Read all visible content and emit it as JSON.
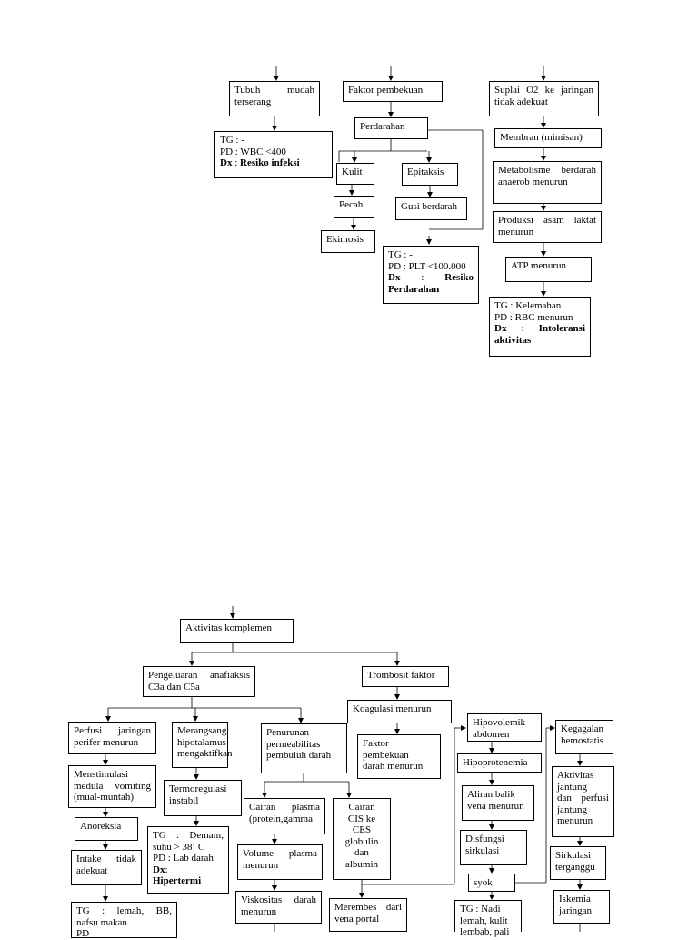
{
  "top": {
    "tubuh": [
      "Tubuh mudah",
      "terserang"
    ],
    "tg_infeksi": {
      "tg": "TG : -",
      "pd": "PD : WBC <400",
      "dx_label": "Dx",
      "dx_sep": " : ",
      "dx": "Resiko infeksi"
    },
    "faktor_pembekuan": "Faktor pembekuan",
    "perdarahan": "Perdarahan",
    "kulit": "Kulit",
    "epitaksis": "Epitaksis",
    "pecah": "Pecah",
    "gusi": "Gusi berdarah",
    "ekimosis": "Ekimosis",
    "tg_perdarahan": {
      "tg": "TG : -",
      "pd": "PD : PLT <100.000",
      "dx_label": "Dx",
      "dx_sep": ":",
      "dx1": "Resiko",
      "dx2": "Perdarahan"
    },
    "suplai": [
      "Suplai O2 ke jaringan",
      "tidak adekuat"
    ],
    "membran": "Membran (mimisan)",
    "metabolisme": [
      "Metabolisme berdarah",
      "anaerob menurun"
    ],
    "produksi": [
      "Produksi asam laktat",
      "menurun"
    ],
    "atp": "ATP menurun",
    "tg_intoleransi": {
      "tg": "TG : Kelemahan",
      "pd": "PD : RBC menurun",
      "dx_label": "Dx",
      "dx_sep": ":",
      "dx1": "Intoleransi",
      "dx2": "aktivitas"
    }
  },
  "bottom": {
    "aktivitas_komplemen": "Aktivitas komplemen",
    "pengeluaran": [
      "Pengeluaran anafiaksis",
      "C3a dan C5a"
    ],
    "trombosit": "Trombosit faktor",
    "koagulasi": "Koagulasi menurun",
    "faktor_pembekuan": [
      "Faktor",
      "pembekuan",
      "darah menurun"
    ],
    "perfusi": [
      "Perfusi jaringan",
      "perifer menurun"
    ],
    "menstimulasi": [
      "Menstimulasi",
      "medula vomiting",
      "(mual-muntah)"
    ],
    "anoreksia": "Anoreksia",
    "intake": [
      "Intake tidak",
      "adekuat"
    ],
    "tg_lemah": [
      "TG : lemah, BB,",
      "nafsu makan",
      "PD"
    ],
    "merangsang": [
      "Merangsang",
      "hipotalamus",
      "mengaktifkan"
    ],
    "termoregulasi": [
      "Termoregulasi",
      "instabil"
    ],
    "tg_hipertermi": {
      "tg": "TG : Demam,",
      "suhu": "suhu > 38˚ C",
      "pd": "PD : Lab darah",
      "dx_label": "Dx",
      "dx_sep": ":",
      "dx": "Hipertermi"
    },
    "penurunan": [
      "Penurunan",
      "permeabilitas",
      "pembuluh darah"
    ],
    "cairan_plasma": [
      "Cairan plasma",
      "(protein,gamma"
    ],
    "cairan_cis": [
      "Cairan",
      "CIS ke",
      "CES",
      "globulin",
      "dan",
      "albumin"
    ],
    "volume_plasma": [
      "Volume plasma",
      "menurun"
    ],
    "viskositas": [
      "Viskositas darah",
      "menurun"
    ],
    "merembes": [
      "Merembes dari",
      "vena portal"
    ],
    "hipovolemik": [
      "Hipovolemik",
      "abdomen"
    ],
    "hipoprotenemia": "Hipoprotenemia",
    "aliran_balik": [
      "Aliran balik",
      "vena menurun"
    ],
    "disfungsi": [
      "Disfungsi",
      "sirkulasi"
    ],
    "syok": "syok",
    "tg_nadi": [
      "TG : Nadi",
      "lemah, kulit",
      "lembab, pali"
    ],
    "kegagalan": [
      "Kegagalan",
      "hemostatis"
    ],
    "aktivitas_jantung": [
      "Aktivitas",
      "jantung",
      "dan perfusi",
      "jantung",
      "menurun"
    ],
    "sirkulasi": [
      "Sirkulasi",
      "terganggu"
    ],
    "iskemia": [
      "Iskemia",
      "jaringan"
    ]
  }
}
